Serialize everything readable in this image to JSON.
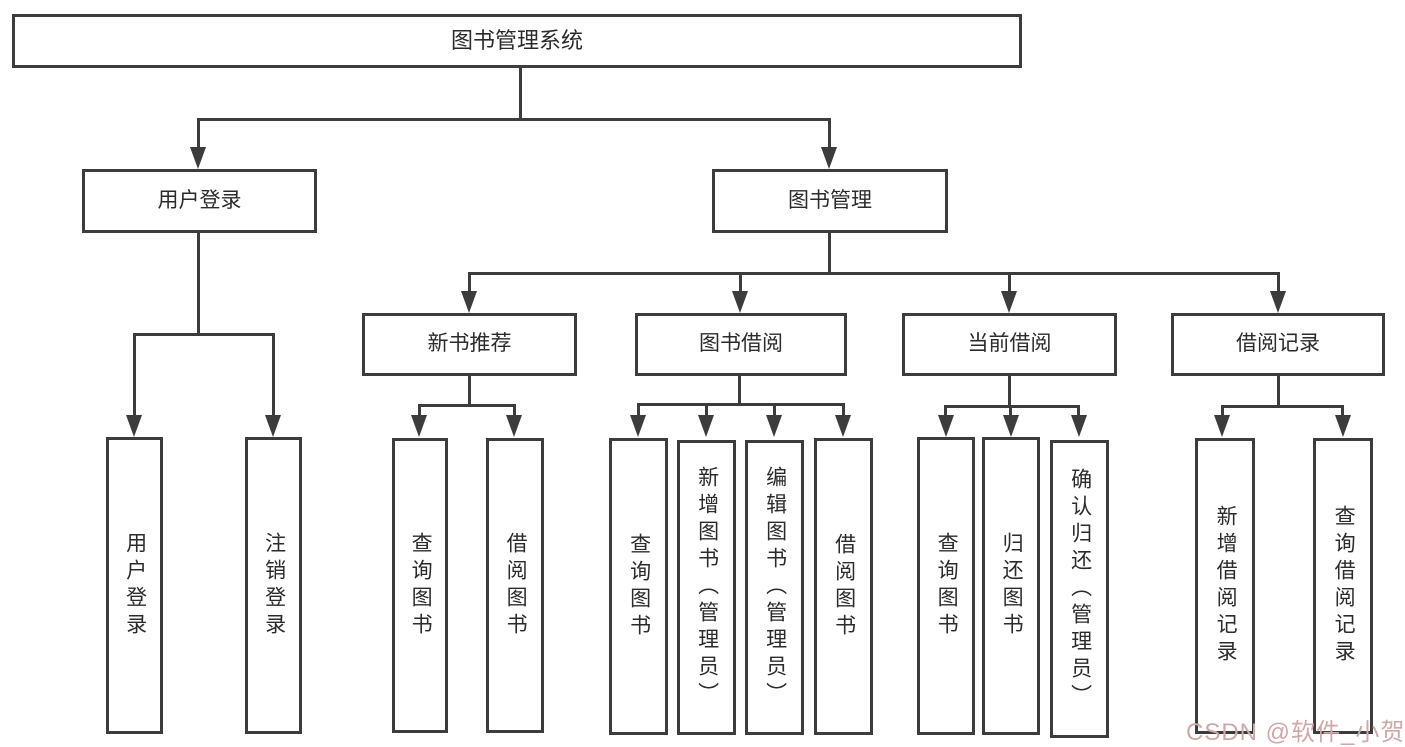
{
  "diagram": {
    "root": {
      "label": "图书管理系统"
    },
    "level2": [
      {
        "label": "用户登录"
      },
      {
        "label": "图书管理"
      }
    ],
    "level3": [
      {
        "label": "新书推荐"
      },
      {
        "label": "图书借阅"
      },
      {
        "label": "当前借阅"
      },
      {
        "label": "借阅记录"
      }
    ],
    "leaves": {
      "user_login": [
        {
          "label": "用户登录"
        },
        {
          "label": "注销登录"
        }
      ],
      "new_book": [
        {
          "label": "查询图书"
        },
        {
          "label": "借阅图书"
        }
      ],
      "book_borrow": [
        {
          "label": "查询图书"
        },
        {
          "label": "新增图书（管理员）"
        },
        {
          "label": "编辑图书（管理员）"
        },
        {
          "label": "借阅图书"
        }
      ],
      "current_borrow": [
        {
          "label": "查询图书"
        },
        {
          "label": "归还图书"
        },
        {
          "label": "确认归还（管理员）"
        }
      ],
      "borrow_records": [
        {
          "label": "新增借阅记录"
        },
        {
          "label": "查询借阅记录"
        }
      ]
    },
    "watermark": "CSDN @软件_小贺同学",
    "colors": {
      "line": "#3c3c3c",
      "text": "#2b2b2b",
      "watermark": "#cfa8a8",
      "background": "#ffffff"
    }
  }
}
